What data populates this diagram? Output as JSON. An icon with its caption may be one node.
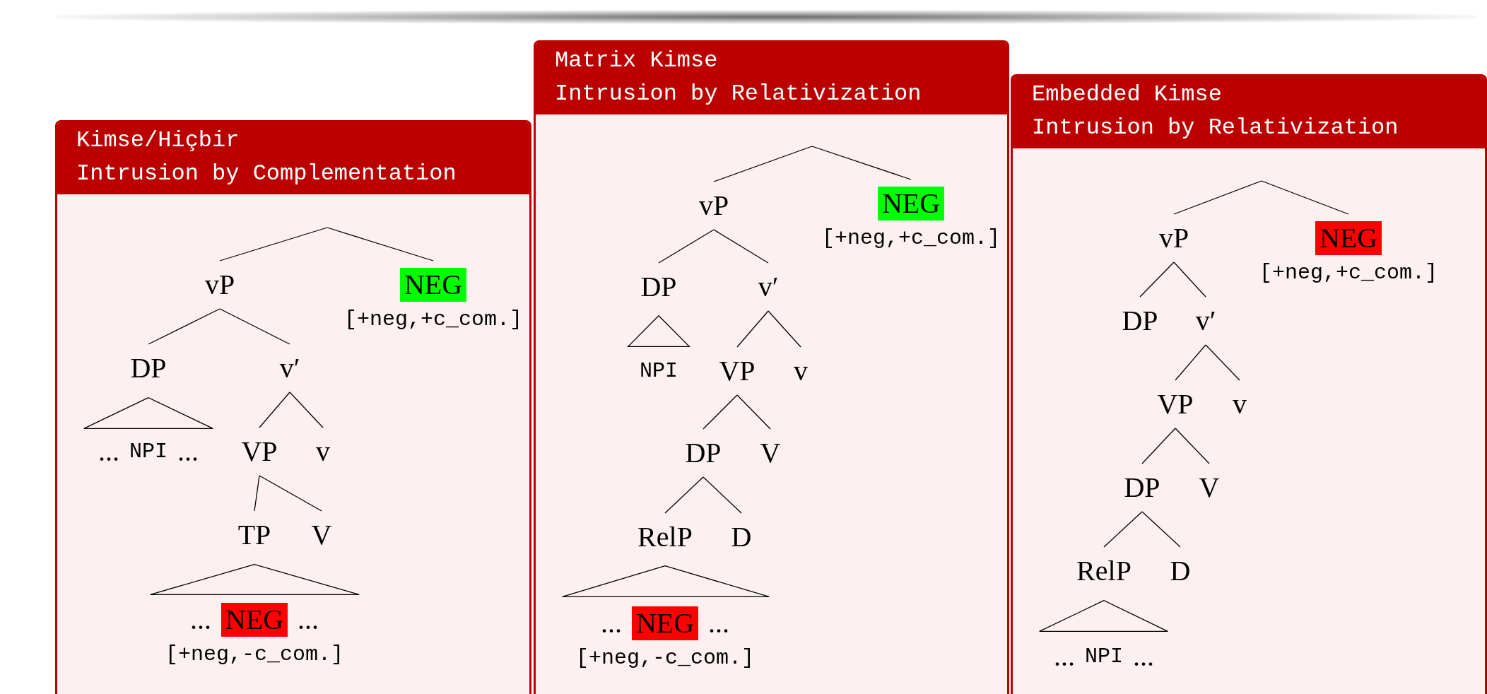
{
  "diagram": {
    "nodes": [
      {
        "text": [
          "Kimse/Hiçbir",
          "Intrusion by Complementation"
        ]
      },
      {
        "text": [
          "vP"
        ],
        "in": 0
      },
      {
        "text": [
          "NEG",
          "[+neg,+c_com.]"
        ],
        "in": 0
      },
      {
        "text": [
          "DP"
        ],
        "in": 0
      },
      {
        "text": [
          "v′"
        ],
        "in": 0
      },
      {
        "text": [],
        "shape": "triangle",
        "in": 0
      },
      {
        "text": [
          "...",
          "NPI",
          "..."
        ],
        "in": 0
      },
      {
        "text": [
          "VP"
        ],
        "in": 0
      },
      {
        "text": [
          "v"
        ],
        "in": 0
      },
      {
        "text": [
          "TP"
        ],
        "in": 0
      },
      {
        "text": [
          "V"
        ],
        "in": 0
      },
      {
        "text": [],
        "shape": "triangle",
        "in": 0
      },
      {
        "text": [
          "...",
          "NEG",
          "...",
          "[+neg,-c_com.]"
        ],
        "in": 0
      },
      {
        "text": [
          "Matrix Kimse",
          "Intrusion by Relativization"
        ]
      },
      {
        "text": [
          "vP"
        ],
        "in": 13
      },
      {
        "text": [
          "NEG",
          "[+neg,+c_com.]"
        ],
        "in": 13
      },
      {
        "text": [
          "DP"
        ],
        "in": 13
      },
      {
        "text": [
          "v′"
        ],
        "in": 13
      },
      {
        "text": [],
        "shape": "triangle",
        "in": 13
      },
      {
        "text": [
          "NPI"
        ],
        "in": 13
      },
      {
        "text": [
          "VP"
        ],
        "in": 13
      },
      {
        "text": [
          "v"
        ],
        "in": 13
      },
      {
        "text": [
          "DP"
        ],
        "in": 13
      },
      {
        "text": [
          "V"
        ],
        "in": 13
      },
      {
        "text": [
          "RelP"
        ],
        "in": 13
      },
      {
        "text": [
          "D"
        ],
        "in": 13
      },
      {
        "text": [],
        "shape": "triangle",
        "in": 13
      },
      {
        "text": [
          "...",
          "NEG",
          "...",
          "[+neg,-c_com.]"
        ],
        "in": 13
      },
      {
        "text": [
          "Embedded Kimse",
          "Intrusion by Relativization"
        ]
      },
      {
        "text": [
          "vP"
        ],
        "in": 28
      },
      {
        "text": [
          "NEG",
          "[+neg,+c_com.]"
        ],
        "in": 28
      },
      {
        "text": [
          "DP"
        ],
        "in": 28
      },
      {
        "text": [
          "v′"
        ],
        "in": 28
      },
      {
        "text": [
          "VP"
        ],
        "in": 28
      },
      {
        "text": [
          "v"
        ],
        "in": 28
      },
      {
        "text": [
          "DP"
        ],
        "in": 28
      },
      {
        "text": [
          "V"
        ],
        "in": 28
      },
      {
        "text": [
          "RelP"
        ],
        "in": 28
      },
      {
        "text": [
          "D"
        ],
        "in": 28
      },
      {
        "text": [],
        "shape": "triangle",
        "in": 28
      },
      {
        "text": [
          "...",
          "NPI",
          "..."
        ],
        "in": 28
      }
    ],
    "edges": [
      {
        "from": null,
        "to": 1,
        "arrow": "none"
      },
      {
        "from": null,
        "to": 2,
        "arrow": "none"
      },
      {
        "from": 1,
        "to": 3,
        "arrow": "none"
      },
      {
        "from": 1,
        "to": 4,
        "arrow": "none"
      },
      {
        "from": 4,
        "to": 7,
        "arrow": "none"
      },
      {
        "from": 4,
        "to": 8,
        "arrow": "none"
      },
      {
        "from": 7,
        "to": 9,
        "arrow": "none"
      },
      {
        "from": 7,
        "to": 10,
        "arrow": "none"
      },
      {
        "from": null,
        "to": 14,
        "arrow": "none"
      },
      {
        "from": null,
        "to": 15,
        "arrow": "none"
      },
      {
        "from": 14,
        "to": 16,
        "arrow": "none"
      },
      {
        "from": 14,
        "to": 17,
        "arrow": "none"
      },
      {
        "from": 17,
        "to": 20,
        "arrow": "none"
      },
      {
        "from": 17,
        "to": 21,
        "arrow": "none"
      },
      {
        "from": 20,
        "to": 22,
        "arrow": "none"
      },
      {
        "from": 20,
        "to": 23,
        "arrow": "none"
      },
      {
        "from": 22,
        "to": 24,
        "arrow": "none"
      },
      {
        "from": 22,
        "to": 25,
        "arrow": "none"
      },
      {
        "from": null,
        "to": 29,
        "arrow": "none"
      },
      {
        "from": null,
        "to": 30,
        "arrow": "none"
      },
      {
        "from": 29,
        "to": 31,
        "arrow": "none"
      },
      {
        "from": 29,
        "to": 32,
        "arrow": "none"
      },
      {
        "from": 32,
        "to": 33,
        "arrow": "none"
      },
      {
        "from": 32,
        "to": 34,
        "arrow": "none"
      },
      {
        "from": 33,
        "to": 35,
        "arrow": "none"
      },
      {
        "from": 33,
        "to": 36,
        "arrow": "none"
      },
      {
        "from": 35,
        "to": 37,
        "arrow": "none"
      },
      {
        "from": 35,
        "to": 38,
        "arrow": "none"
      }
    ]
  }
}
